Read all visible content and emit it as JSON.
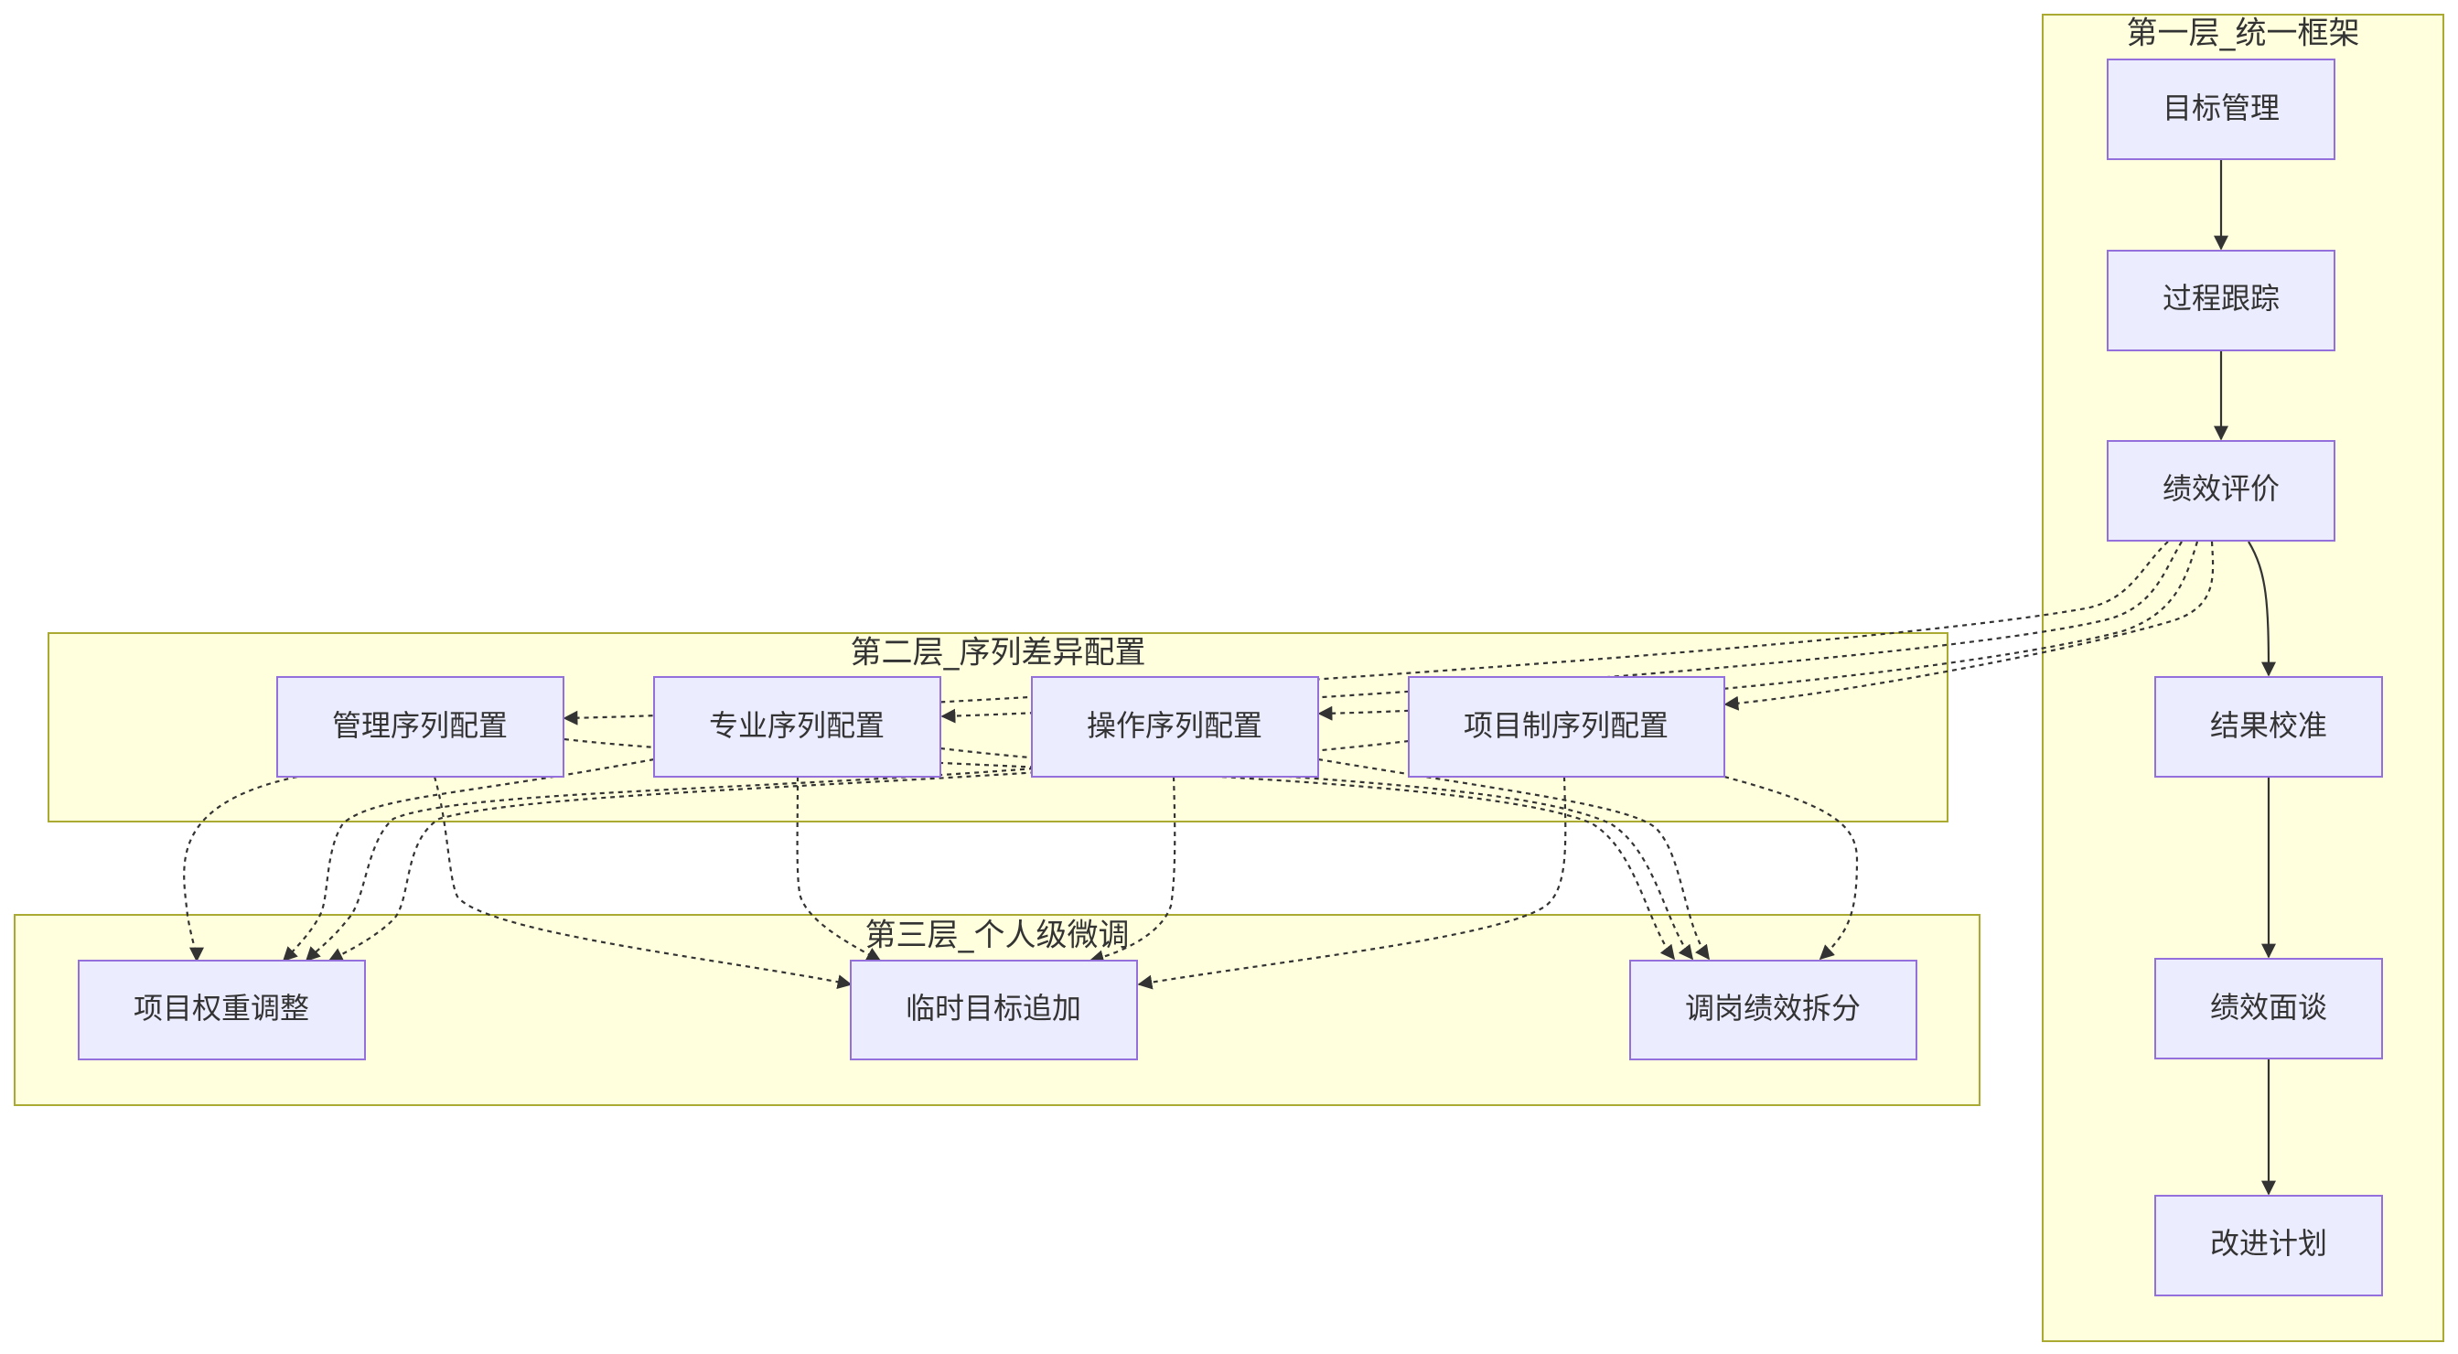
{
  "clusters": {
    "layer1": {
      "title": "第一层_统一框架"
    },
    "layer2": {
      "title": "第二层_序列差异配置"
    },
    "layer3": {
      "title": "第三层_个人级微调"
    }
  },
  "nodes": {
    "goal_mgmt": "目标管理",
    "process_track": "过程跟踪",
    "perf_eval": "绩效评价",
    "result_calib": "结果校准",
    "perf_interview": "绩效面谈",
    "improve_plan": "改进计划",
    "mgmt_seq": "管理序列配置",
    "pro_seq": "专业序列配置",
    "op_seq": "操作序列配置",
    "proj_seq": "项目制序列配置",
    "proj_weight": "项目权重调整",
    "temp_goal": "临时目标追加",
    "transfer_split": "调岗绩效拆分"
  },
  "edges": [
    {
      "from": "goal_mgmt",
      "to": "process_track",
      "style": "solid"
    },
    {
      "from": "process_track",
      "to": "perf_eval",
      "style": "solid"
    },
    {
      "from": "perf_eval",
      "to": "result_calib",
      "style": "solid"
    },
    {
      "from": "result_calib",
      "to": "perf_interview",
      "style": "solid"
    },
    {
      "from": "perf_interview",
      "to": "improve_plan",
      "style": "solid"
    },
    {
      "from": "perf_eval",
      "to": "mgmt_seq",
      "style": "dotted"
    },
    {
      "from": "perf_eval",
      "to": "pro_seq",
      "style": "dotted"
    },
    {
      "from": "perf_eval",
      "to": "op_seq",
      "style": "dotted"
    },
    {
      "from": "perf_eval",
      "to": "proj_seq",
      "style": "dotted"
    },
    {
      "from": "mgmt_seq",
      "to": "proj_weight",
      "style": "dotted"
    },
    {
      "from": "mgmt_seq",
      "to": "temp_goal",
      "style": "dotted"
    },
    {
      "from": "mgmt_seq",
      "to": "transfer_split",
      "style": "dotted"
    },
    {
      "from": "pro_seq",
      "to": "proj_weight",
      "style": "dotted"
    },
    {
      "from": "pro_seq",
      "to": "temp_goal",
      "style": "dotted"
    },
    {
      "from": "pro_seq",
      "to": "transfer_split",
      "style": "dotted"
    },
    {
      "from": "op_seq",
      "to": "proj_weight",
      "style": "dotted"
    },
    {
      "from": "op_seq",
      "to": "temp_goal",
      "style": "dotted"
    },
    {
      "from": "op_seq",
      "to": "transfer_split",
      "style": "dotted"
    },
    {
      "from": "proj_seq",
      "to": "proj_weight",
      "style": "dotted"
    },
    {
      "from": "proj_seq",
      "to": "temp_goal",
      "style": "dotted"
    },
    {
      "from": "proj_seq",
      "to": "transfer_split",
      "style": "dotted"
    }
  ]
}
